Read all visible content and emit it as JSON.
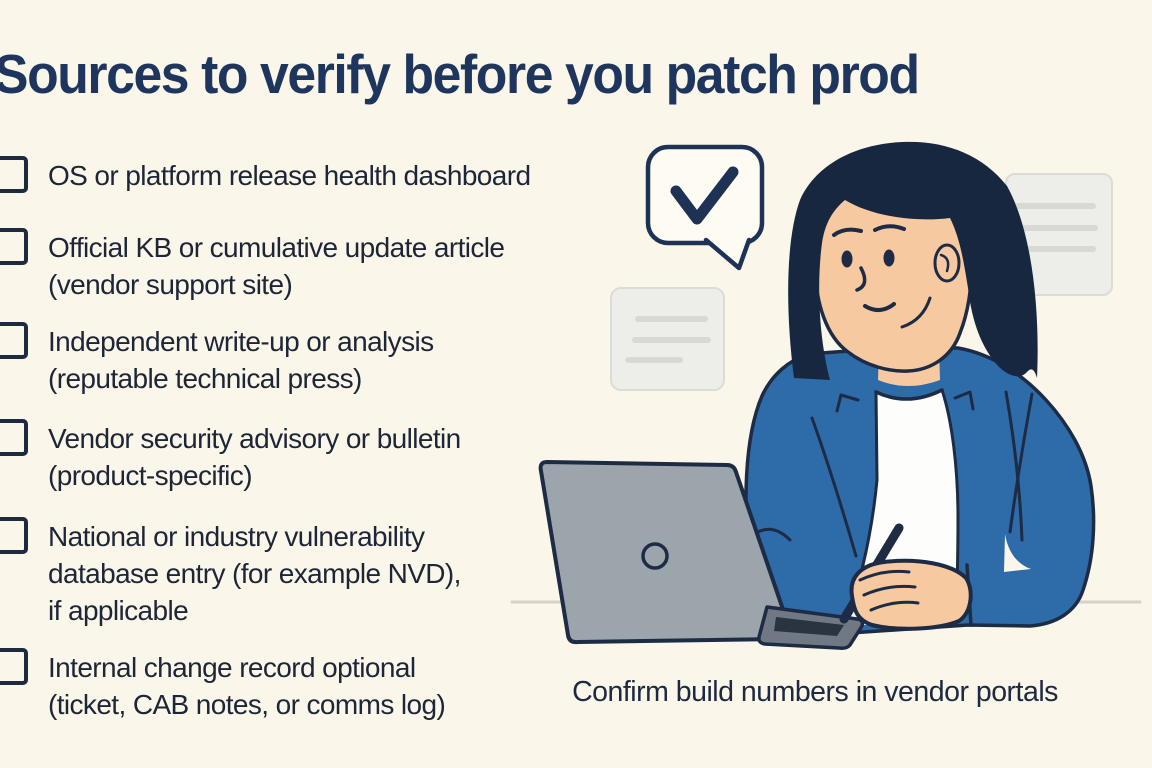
{
  "title": "Sources to verify before you patch prod",
  "checklist": {
    "items": [
      {
        "lines": [
          "OS or platform release health dashboard"
        ]
      },
      {
        "lines": [
          "Official KB or cumulative update article",
          "(vendor support site)"
        ]
      },
      {
        "lines": [
          "Independent write-up or analysis",
          "(reputable technical press)"
        ]
      },
      {
        "lines": [
          "Vendor security advisory or bulletin",
          "(product-specific)"
        ]
      },
      {
        "lines": [
          "National or industry vulnerability",
          "database entry (for example NVD),",
          "if applicable"
        ]
      },
      {
        "lines": [
          "Internal change record optional",
          "(ticket, CAB notes, or comms log)"
        ]
      }
    ]
  },
  "caption": "Confirm build numbers in vendor portals",
  "illustration": {
    "icons": [
      "speech-bubble-check-icon",
      "document-card-icon",
      "laptop-icon",
      "pen-icon",
      "woman-at-laptop-figure",
      "desk-line"
    ],
    "colors": {
      "background": "#faf6ea",
      "title_navy": "#1e355e",
      "text_navy": "#1d2636",
      "outline_navy": "#1d2b45",
      "hair_navy": "#17273f",
      "blazer_blue": "#2e6ba9",
      "skin": "#f6c9a1",
      "shirt_white": "#fdfdfb",
      "laptop_lid_gray": "#9ca4ac",
      "laptop_base_gray": "#6f7883",
      "card_gray": "#ededea",
      "card_line_gray": "#d9d9d3",
      "desk_line_gray": "#d6d2c6",
      "bubble_fill": "#fdfbf2"
    }
  }
}
